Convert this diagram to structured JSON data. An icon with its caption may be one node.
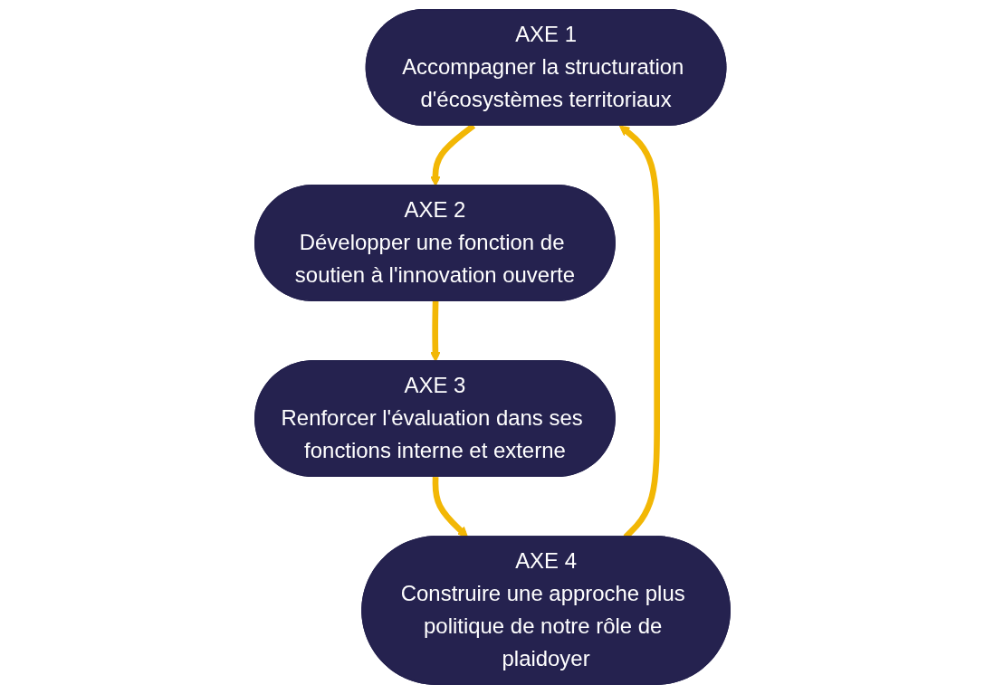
{
  "diagram": {
    "nodes": [
      {
        "text": [
          "AXE 1",
          "Accompagner la structuration d'écosystèmes territoriaux"
        ]
      },
      {
        "text": [
          "AXE 2",
          "Développer une fonction de soutien à l'innovation ouverte"
        ]
      },
      {
        "text": [
          "AXE 3",
          "Renforcer l'évaluation dans ses fonctions interne et externe"
        ]
      },
      {
        "text": [
          "AXE 4",
          "Construire une approche plus politique de notre rôle de plaidoyer"
        ]
      }
    ],
    "edges": [
      {
        "from": 0,
        "to": 1,
        "arrow": "to"
      },
      {
        "from": 1,
        "to": 2,
        "arrow": "to"
      },
      {
        "from": 2,
        "to": 3,
        "arrow": "to"
      },
      {
        "from": 3,
        "to": 0,
        "arrow": "to"
      }
    ]
  }
}
